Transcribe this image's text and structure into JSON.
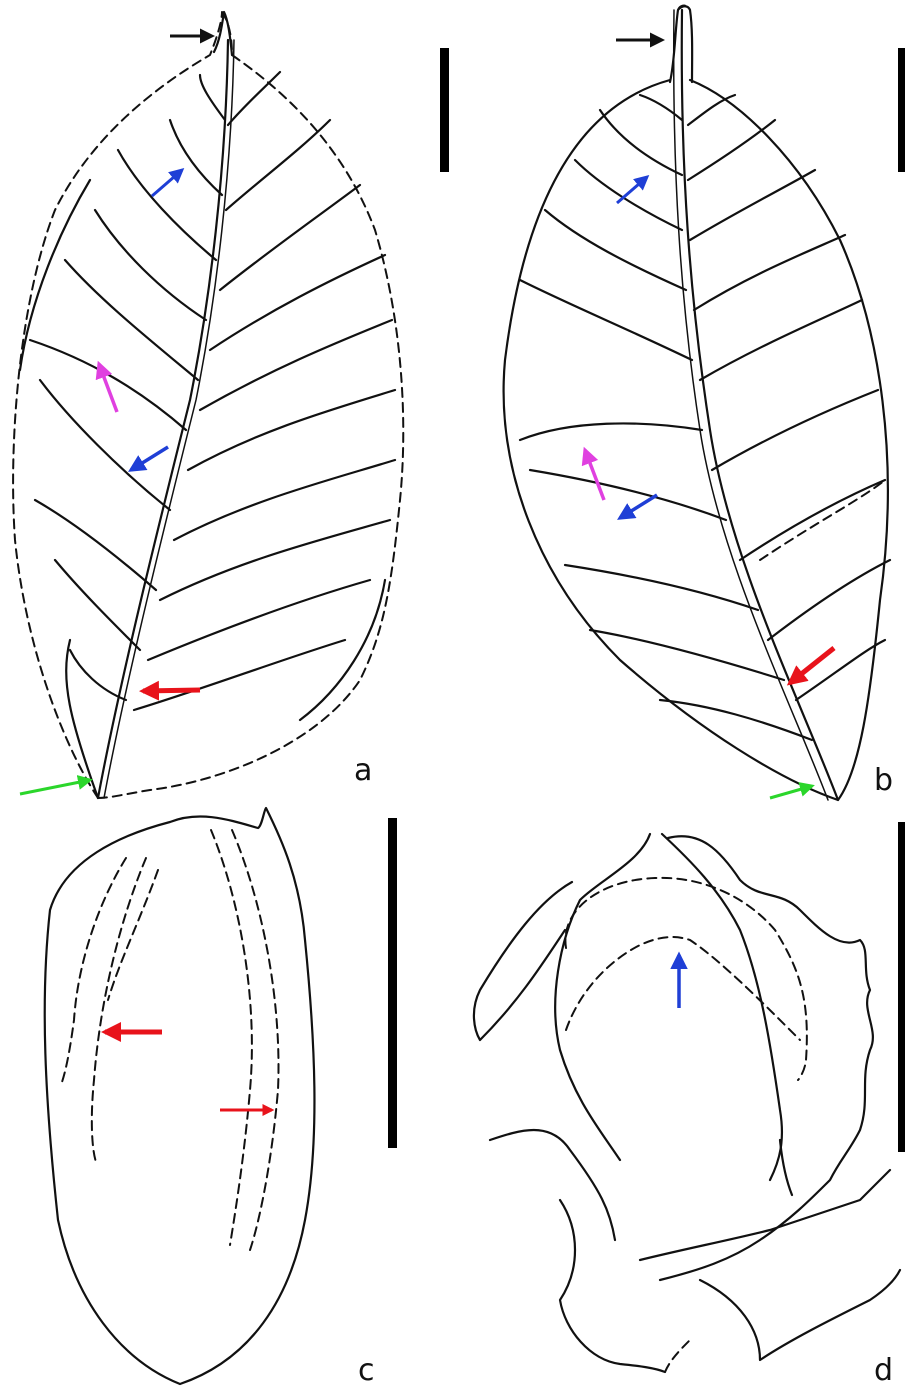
{
  "figure": {
    "panels": [
      {
        "id": "a",
        "label": "a"
      },
      {
        "id": "b",
        "label": "b"
      },
      {
        "id": "c",
        "label": "c"
      },
      {
        "id": "d",
        "label": "d"
      }
    ]
  },
  "colors": {
    "black_arrow": "#111111",
    "blue_arrow": "#1f3fd6",
    "magenta_arrow": "#e040e0",
    "red_arrow": "#e8131b",
    "green_arrow": "#2bd62b"
  }
}
